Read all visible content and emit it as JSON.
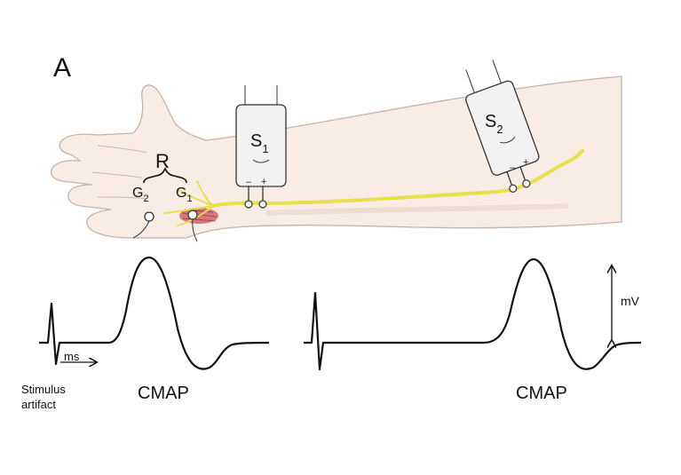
{
  "panel_label": "A",
  "labels": {
    "recording_region": "R",
    "electrode_g2": {
      "main": "G",
      "sub": "2"
    },
    "electrode_g1": {
      "main": "G",
      "sub": "1"
    },
    "stim_site_1": {
      "main": "S",
      "sub": "1"
    },
    "stim_site_2": {
      "main": "S",
      "sub": "2"
    },
    "time_unit": "ms",
    "stimulus_artifact": "Stimulus artifact",
    "cmap_distal": "CMAP",
    "cmap_proximal": "CMAP",
    "amplitude_unit": "mV"
  },
  "stimulator_polarity": {
    "negative": "–",
    "positive": "+"
  },
  "colors": {
    "skin": "#f7e9e0",
    "skin_outline": "#b9a59b",
    "nerve": "#e8e04a",
    "muscle": "#c9525a",
    "probe_body": "#f2f2f2",
    "trace": "#111111"
  }
}
